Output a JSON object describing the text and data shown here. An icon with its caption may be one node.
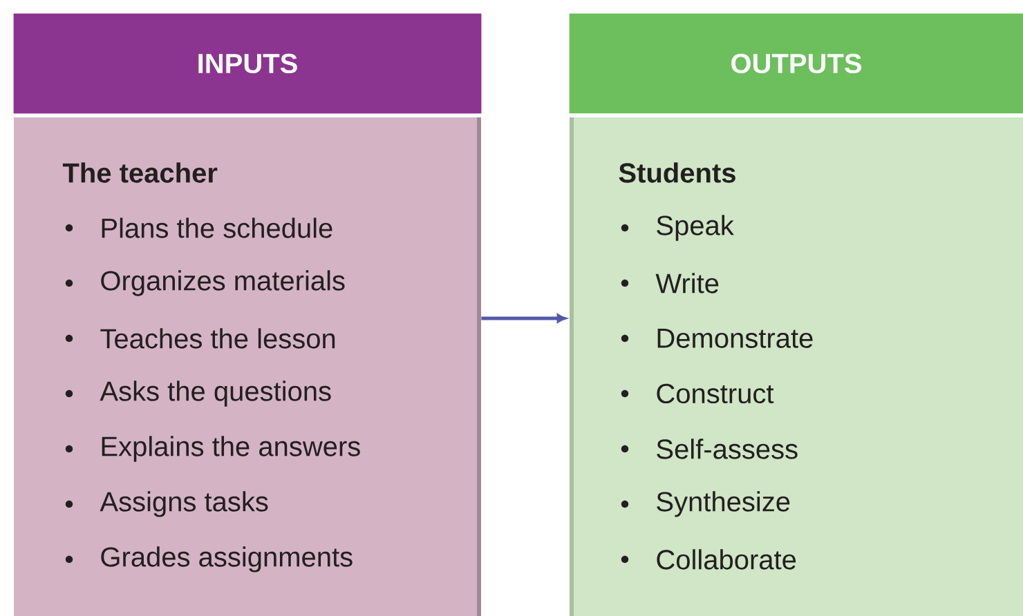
{
  "diagram": {
    "nodes": [
      {
        "text": [
          "INPUTS"
        ]
      },
      {
        "text": [
          "The teacher",
          "Plans the schedule",
          "Organizes materials",
          "Teaches the lesson",
          "Asks the questions",
          "Explains the answers",
          "Assigns tasks",
          "Grades assignments"
        ]
      },
      {
        "text": [
          "OUTPUTS"
        ]
      },
      {
        "text": [
          "Students",
          "Speak",
          "Write",
          "Demonstrate",
          "Construct",
          "Self-assess",
          "Synthesize",
          "Collaborate"
        ]
      }
    ],
    "edges": [
      {
        "from": 1,
        "to": 3,
        "arrow": "to"
      }
    ]
  }
}
